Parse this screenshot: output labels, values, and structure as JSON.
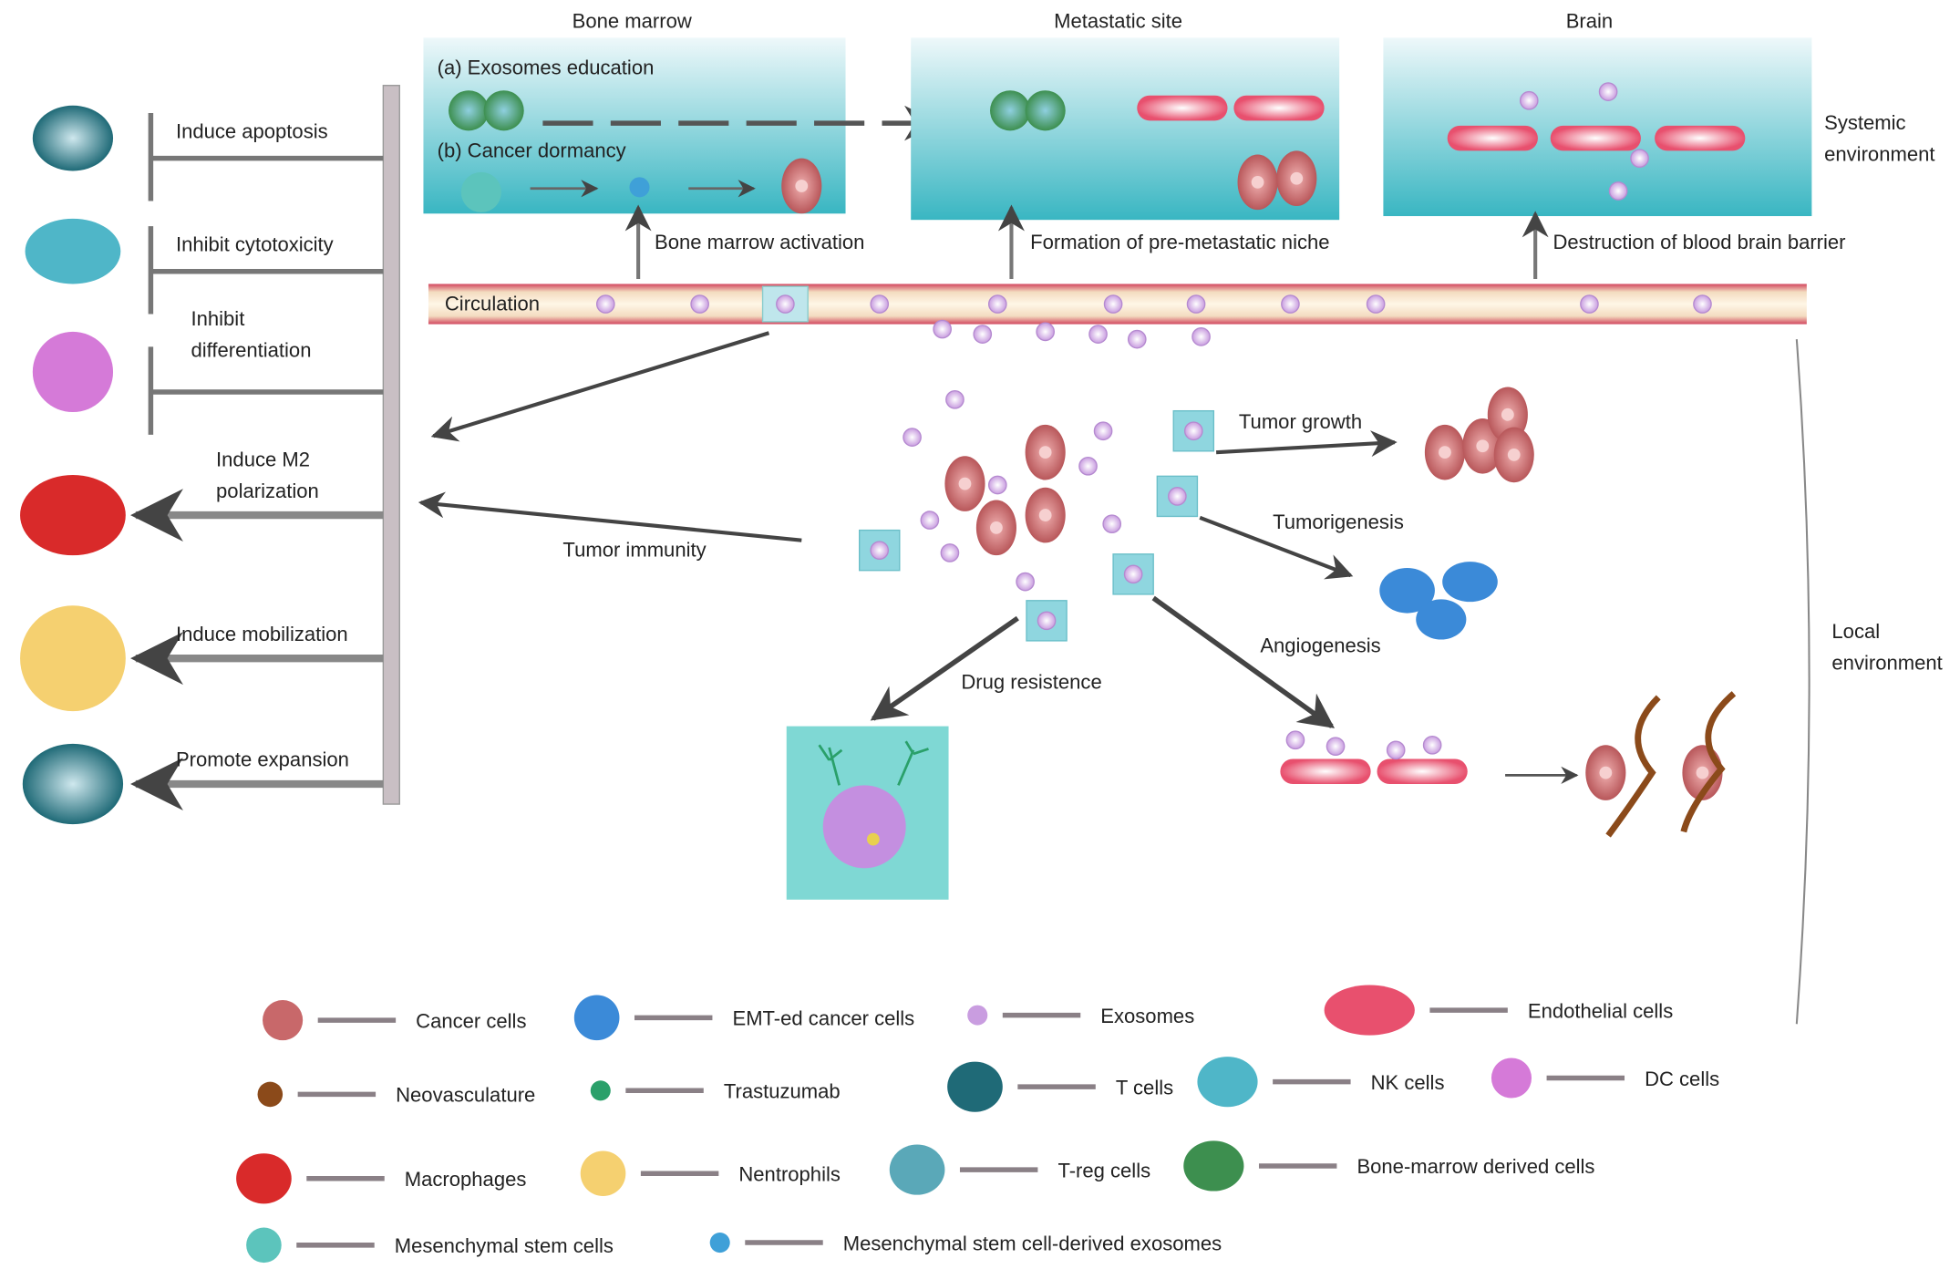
{
  "panels": {
    "bone_marrow": {
      "title": "Bone marrow",
      "a": "(a) Exosomes education",
      "b": "(b) Cancer dormancy",
      "below": "Bone marrow activation"
    },
    "metastatic_site": {
      "title": "Metastatic site",
      "below": "Formation of pre-metastatic niche"
    },
    "brain": {
      "title": "Brain",
      "below": "Destruction of blood brain barrier"
    }
  },
  "systemic": [
    "Systemic",
    "environment"
  ],
  "local": [
    "Local",
    "environment"
  ],
  "circulation": "Circulation",
  "left_effects": [
    {
      "lines": [
        "Induce apoptosis"
      ],
      "type": "inhibit"
    },
    {
      "lines": [
        "Inhibit cytotoxicity"
      ],
      "type": "inhibit"
    },
    {
      "lines": [
        "Inhibit",
        "differentiation"
      ],
      "type": "inhibit"
    },
    {
      "lines": [
        "Induce M2",
        "polarization"
      ],
      "type": "arrow"
    },
    {
      "lines": [
        "Induce mobilization"
      ],
      "type": "arrow"
    },
    {
      "lines": [
        "Promote expansion"
      ],
      "type": "arrow"
    }
  ],
  "center": {
    "tumor_immunity": "Tumor immunity",
    "tumor_growth": "Tumor growth",
    "tumorigenesis": "Tumorigenesis",
    "angiogenesis": "Angiogenesis",
    "drug_resistance": "Drug resistence"
  },
  "legend": [
    "Cancer cells",
    "EMT-ed cancer cells",
    "Exosomes",
    "Endothelial cells",
    "Neovasculature",
    "Trastuzumab",
    "T cells",
    "NK cells",
    "DC cells",
    "Macrophages",
    "Nentrophils",
    "T-reg cells",
    "Bone-marrow derived cells",
    "Mesenchymal stem cells",
    "Mesenchymal stem cell-derived exosomes"
  ],
  "colors": {
    "cancer": "#c8686a",
    "exosome": "#c99de0",
    "endothelial": "#e8506e",
    "panel_top": "#e6f4f7",
    "panel_bottom": "#2fb5bf",
    "arrow": "#555555"
  }
}
